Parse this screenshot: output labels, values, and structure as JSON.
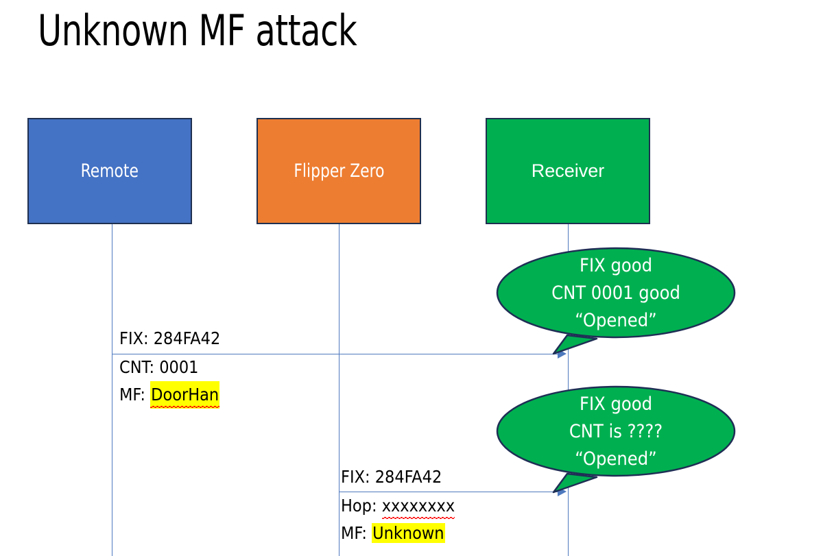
{
  "slide": {
    "title": "Unknown MF attack",
    "background": "#FFFFFF"
  },
  "colors": {
    "remote_fill": "#4472C4",
    "flipper_fill": "#ED7D31",
    "receiver_fill": "#00B050",
    "box_outline": "#1F3050",
    "lifeline": "#4E79BE",
    "callout_fill": "#00B050",
    "callout_outline": "#1F2E55",
    "highlight": "#FFFF00",
    "spellcheck_underline": "#FF0000",
    "text": "#000000",
    "box_text": "#FFFFFF"
  },
  "actors": [
    {
      "id": "remote",
      "label": "Remote"
    },
    {
      "id": "flipper",
      "label": "Flipper Zero"
    },
    {
      "id": "receiver",
      "label": "Receiver"
    }
  ],
  "messages": [
    {
      "id": "msg-remote-to-receiver",
      "from": "remote",
      "to": "receiver",
      "lines": [
        {
          "prefix": "FIX: ",
          "value": "284FA42",
          "highlight": false,
          "spellcheck_error": false
        },
        {
          "prefix": "CNT: ",
          "value": "0001",
          "highlight": false,
          "spellcheck_error": false
        },
        {
          "prefix": "MF: ",
          "value": "DoorHan",
          "highlight": true,
          "spellcheck_error": true
        }
      ]
    },
    {
      "id": "msg-flipper-to-receiver",
      "from": "flipper",
      "to": "receiver",
      "lines": [
        {
          "prefix": "FIX: ",
          "value": "284FA42",
          "highlight": false,
          "spellcheck_error": false
        },
        {
          "prefix": "Hop: ",
          "value": "xxxxxxxx",
          "highlight": false,
          "spellcheck_error": true
        },
        {
          "prefix": "MF: ",
          "value": "Unknown",
          "highlight": true,
          "spellcheck_error": false
        }
      ]
    }
  ],
  "callouts": [
    {
      "id": "callout-good",
      "anchor": "msg-remote-to-receiver",
      "lines": [
        "FIX good",
        "CNT 0001 good",
        "“Opened”"
      ]
    },
    {
      "id": "callout-unknown",
      "anchor": "msg-flipper-to-receiver",
      "lines": [
        "FIX good",
        "CNT is ????",
        "“Opened”"
      ]
    }
  ]
}
